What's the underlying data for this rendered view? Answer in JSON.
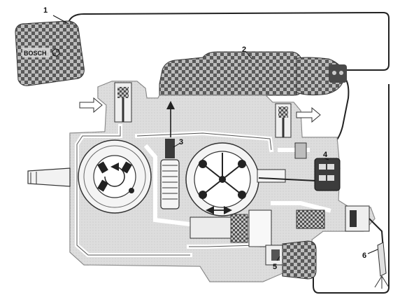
{
  "diagram": {
    "labels": {
      "ecu": "1",
      "pump_ecu": "2",
      "sensor": "3",
      "connector": "4",
      "solenoid_valve": "5",
      "injector": "6"
    },
    "logo_text": "BOSCH",
    "colors": {
      "housing": "#dcdcdc",
      "housing_edge": "#7a7a7a",
      "checker_light": "#c9c9c9",
      "checker_dark": "#585858",
      "line": "#222222",
      "channel": "#ffffff",
      "ink": "#111111"
    }
  }
}
